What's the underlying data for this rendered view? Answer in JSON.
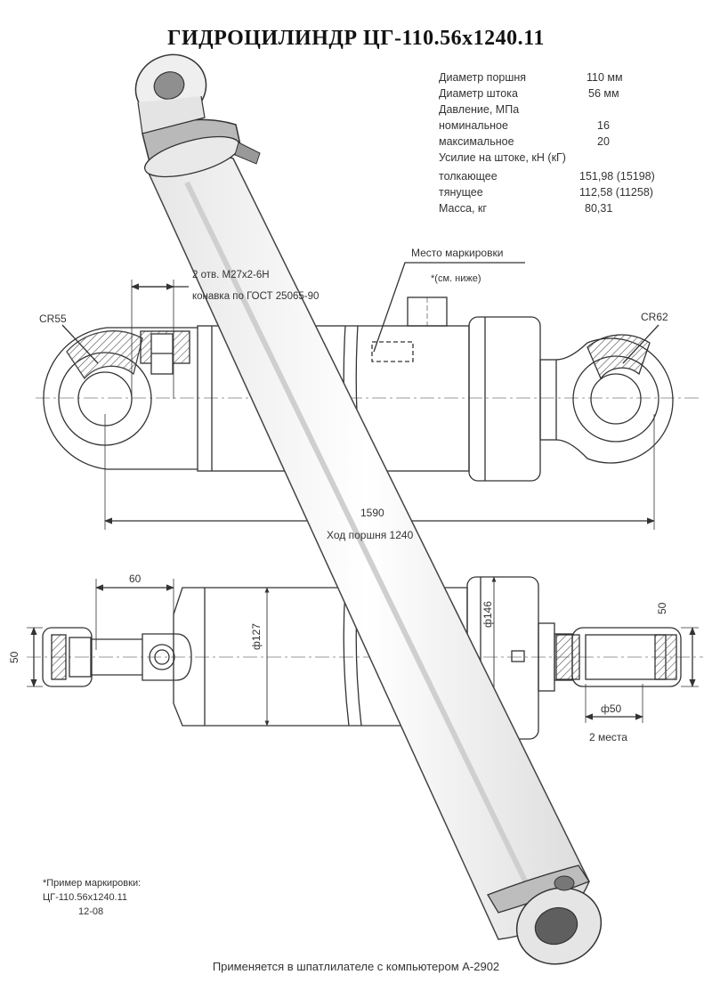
{
  "title": "ГИДРОЦИЛИНДР ЦГ-110.56х1240.11",
  "specs": [
    {
      "label": "Диаметр поршня",
      "value": "110 мм"
    },
    {
      "label": "Диаметр штока",
      "value": "56 мм"
    },
    {
      "label": "Давление, МПа",
      "value": ""
    },
    {
      "label": "номинальное",
      "value": "16"
    },
    {
      "label": "максимальное",
      "value": "20"
    },
    {
      "label": "Усилие на штоке, кН (кГ)",
      "value": ""
    },
    {
      "label": "толкающее",
      "value": "151,98 (15198)"
    },
    {
      "label": "тянущее",
      "value": "112,58 (11258)"
    },
    {
      "label": "Масса, кг",
      "value": "80,31"
    }
  ],
  "annotations": {
    "marking_place": "Место маркировки",
    "see_below": "*(см. ниже)",
    "ports_line1": "2 отв. М27х2-6Н",
    "ports_line2": "конавка по ГОСТ 25065-90",
    "radius_left": "СR55",
    "radius_right": "СR62",
    "length": "1590",
    "stroke": "Ход поршня 1240",
    "dim_60": "60",
    "dim_50_left": "50",
    "dim_50_right": "50",
    "dim_127": "ф127",
    "dim_146": "ф146",
    "dim_phi50": "ф50",
    "two_places": "2 места"
  },
  "marking_example": {
    "line1": "*Пример маркировки:",
    "line2": "ЦГ-110.56х1240.11",
    "line3": "12-08"
  },
  "footer": "Применяется в шпатлилателе с компьютером А-2902",
  "colors": {
    "line": "#333333",
    "hatch": "#555555",
    "cylinder_fill": "#f6f6f6",
    "cylinder_stroke": "#444444",
    "collar_fill": "#b9b9b9"
  }
}
